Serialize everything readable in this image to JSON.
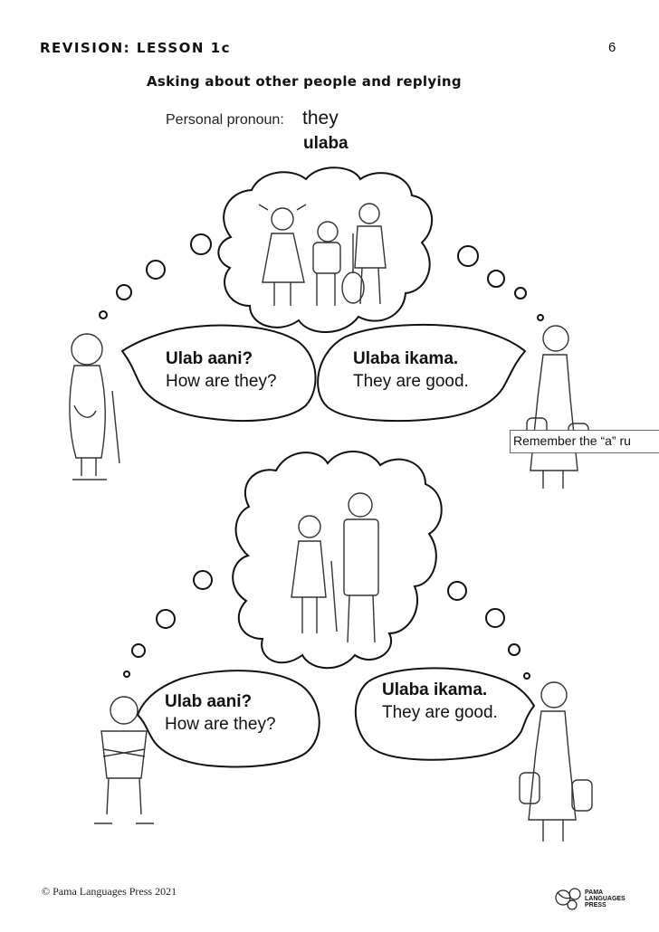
{
  "header": {
    "lesson_title": "REVISION: LESSON 1c",
    "page_number": "6",
    "subtitle": "Asking about other people and replying"
  },
  "pronoun": {
    "label": "Personal pronoun:",
    "english": "they",
    "language_word": "ulaba"
  },
  "scene1": {
    "question_bubble": {
      "line1": "Ulab aani?",
      "line2": "How are they?"
    },
    "answer_bubble": {
      "line1": "Ulaba ikama.",
      "line2": "They are good."
    }
  },
  "scene2": {
    "question_bubble": {
      "line1": "Ulab aani?",
      "line2": "How are they?"
    },
    "answer_bubble": {
      "line1": "Ulaba ikama.",
      "line2": "They are good."
    }
  },
  "callout": {
    "text": "Remember the “a” ru"
  },
  "footer": {
    "copyright": "© Pama Languages Press 2021",
    "publisher_logo": {
      "line1": "PAMA",
      "line2": "LANGUAGES",
      "line3": "PRESS"
    }
  }
}
